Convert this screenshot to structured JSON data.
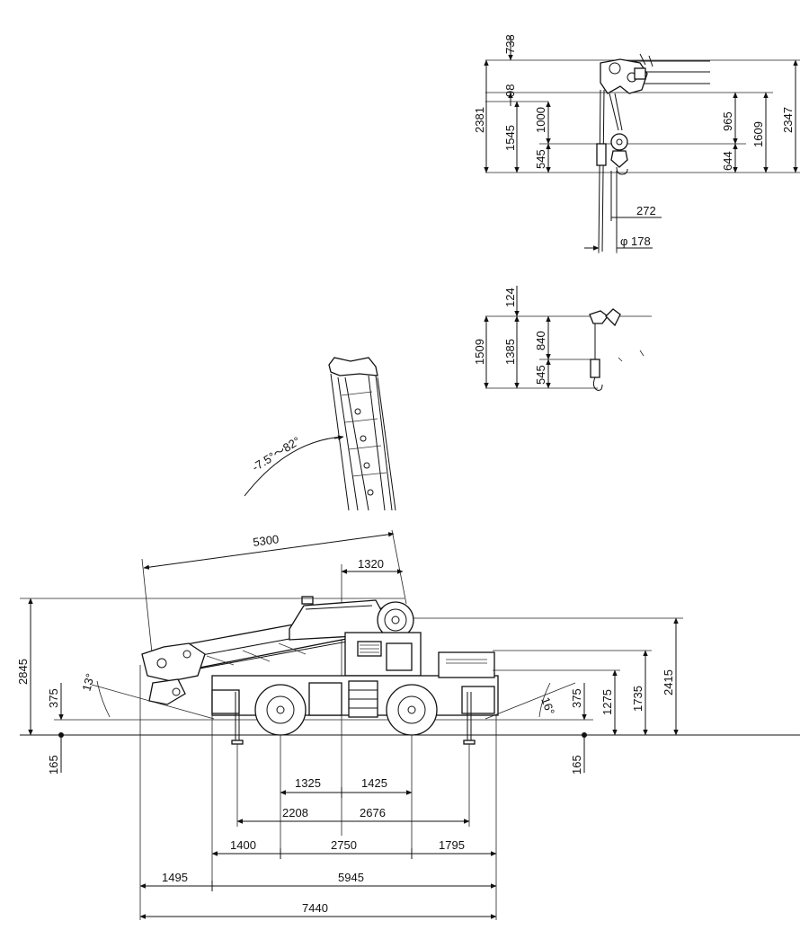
{
  "hook_a": {
    "top_offset": "738",
    "gap": "98",
    "total_left": "2381",
    "mid_left": "1545",
    "upper_left": "1000",
    "lower_left": "545",
    "right_upper": "965",
    "right_lower": "644",
    "right_total1": "1609",
    "right_total2": "2347",
    "width": "272",
    "diameter": "φ 178"
  },
  "hook_b": {
    "top_offset": "124",
    "total_left": "1509",
    "mid_left": "1385",
    "upper_left": "840",
    "lower_left": "545"
  },
  "crane": {
    "boom_angle": "-7.5°～82°",
    "boom_length": "5300",
    "front_overhang": "1320",
    "total_height": "2845",
    "cab_height": "2415",
    "deck_height": "1735",
    "rear_height": "1275",
    "clearance_left": "375",
    "clearance_right": "375",
    "approach_angle": "13°",
    "departure_angle": "16°",
    "outrigger_left": "165",
    "outrigger_right": "165"
  },
  "bottom_dims": {
    "row1_left": "1325",
    "row1_right": "1425",
    "row2_left": "2208",
    "row2_right": "2676",
    "row3_left": "1400",
    "row3_mid": "2750",
    "row3_right": "1795",
    "row4_left": "1495",
    "row4_right": "5945",
    "total": "7440"
  }
}
